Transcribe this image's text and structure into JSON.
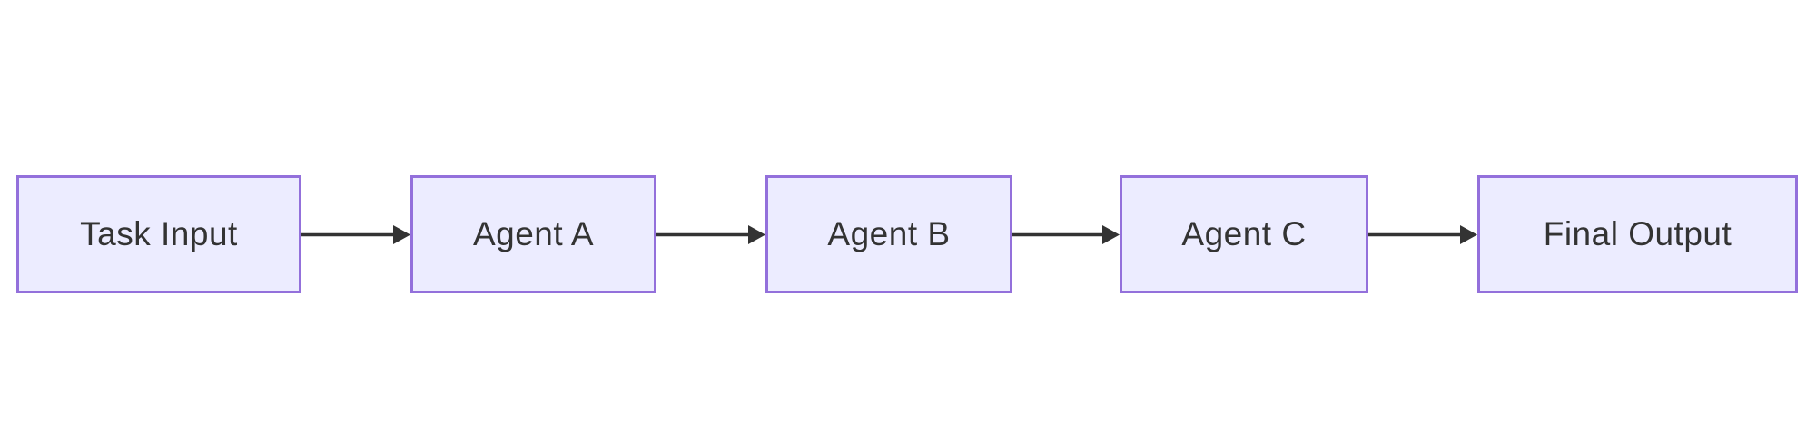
{
  "diagram": {
    "type": "flowchart",
    "direction": "left-to-right",
    "nodes": [
      {
        "id": "task-input",
        "label": "Task Input"
      },
      {
        "id": "agent-a",
        "label": "Agent A"
      },
      {
        "id": "agent-b",
        "label": "Agent B"
      },
      {
        "id": "agent-c",
        "label": "Agent C"
      },
      {
        "id": "final-output",
        "label": "Final Output"
      }
    ],
    "edges": [
      {
        "from": "Task Input",
        "to": "Agent A"
      },
      {
        "from": "Agent A",
        "to": "Agent B"
      },
      {
        "from": "Agent B",
        "to": "Agent C"
      },
      {
        "from": "Agent C",
        "to": "Final Output"
      }
    ],
    "colors": {
      "background": "#FFFFFF",
      "node_fill": "#ECECFF",
      "node_border": "#9370DB",
      "node_text": "#333333",
      "arrow": "#333333"
    }
  }
}
